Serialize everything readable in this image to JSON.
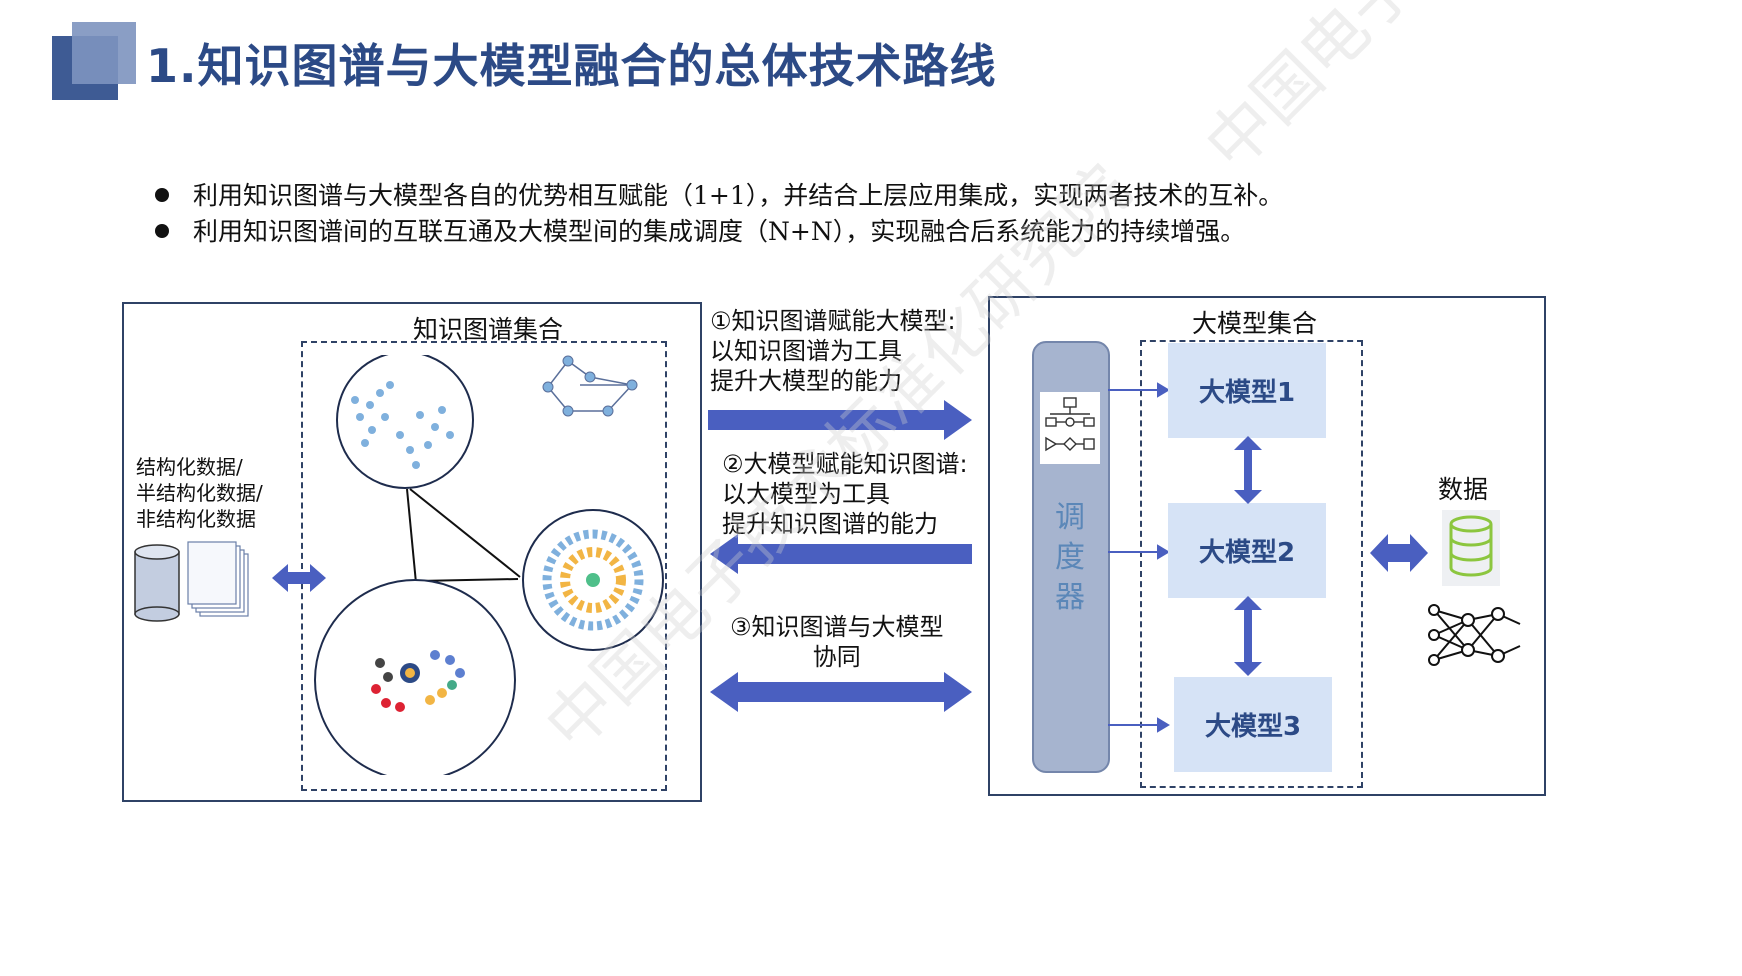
{
  "title": "1.知识图谱与大模型融合的总体技术路线",
  "bullets": [
    "利用知识图谱与大模型各自的优势相互赋能（1+1），并结合上层应用集成，实现两者技术的互补。",
    "利用知识图谱间的互联互通及大模型间的集成调度（N+N），实现融合后系统能力的持续增强。"
  ],
  "left_panel": {
    "kg_set_label": "知识图谱集合",
    "data_label_lines": [
      "结构化数据/",
      "半结构化数据/",
      "非结构化数据"
    ]
  },
  "middle": {
    "a1_lines": [
      "①知识图谱赋能大模型:",
      "以知识图谱为工具",
      "提升大模型的能力"
    ],
    "a2_lines": [
      "②大模型赋能知识图谱:",
      "以大模型为工具",
      "提升知识图谱的能力"
    ],
    "a3_lines": [
      "③知识图谱与大模型",
      "协同"
    ]
  },
  "right_panel": {
    "model_set_label": "大模型集合",
    "dispatcher_chars": [
      "调",
      "度",
      "器"
    ],
    "models": [
      "大模型1",
      "大模型2",
      "大模型3"
    ],
    "data_label": "数据"
  },
  "watermark_text": "中国电子技术标准化研究院",
  "colors": {
    "title": "#2c4a86",
    "arrow_blue": "#4a5fc0",
    "model_fill": "#d6e3f6",
    "dispatcher_fill": "#a6b4cf",
    "node_blue": "#7fb0dd",
    "node_orange": "#f2b544",
    "db_green": "#8cc63f"
  }
}
